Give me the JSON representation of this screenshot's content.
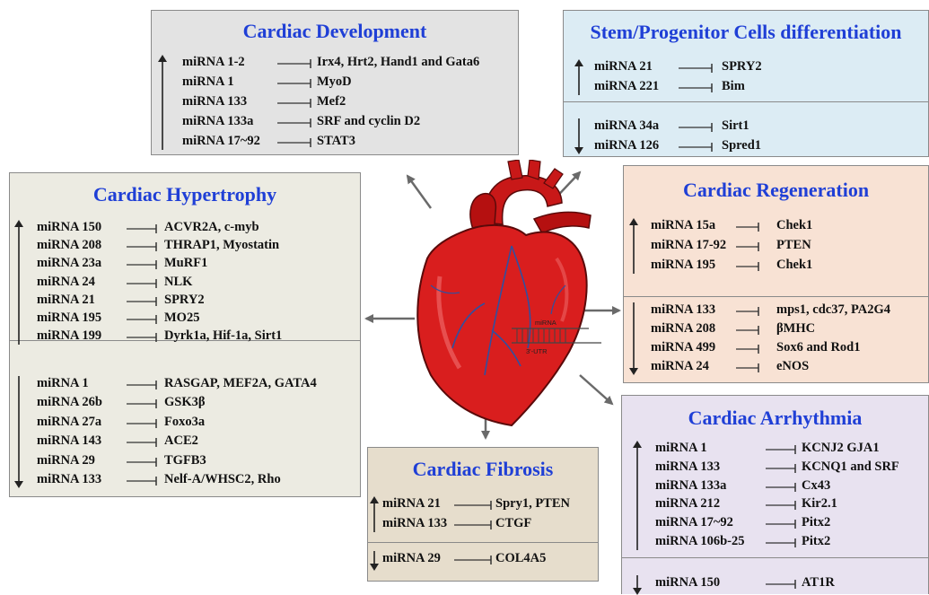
{
  "colors": {
    "title": "#1f3fd6",
    "development_bg": "#e3e3e3",
    "stem_bg": "#dcecf4",
    "hypertrophy_bg": "#ecebe2",
    "regeneration_bg": "#f8e2d4",
    "fibrosis_bg": "#e6ddcc",
    "arrhythmia_bg": "#e8e2f0",
    "heart": "#d91e1e"
  },
  "heart_labels": {
    "mirna": "miRNA",
    "utr": "3'-UTR"
  },
  "development": {
    "title": "Cardiac Development",
    "up": [
      {
        "mirna": "miRNA 1-2",
        "target": "Irx4, Hrt2, Hand1 and Gata6"
      },
      {
        "mirna": "miRNA 1",
        "target": "MyoD"
      },
      {
        "mirna": "miRNA 133",
        "target": "Mef2"
      },
      {
        "mirna": "miRNA 133a",
        "target": "SRF and cyclin D2"
      },
      {
        "mirna": "miRNA 17~92",
        "target": "STAT3"
      }
    ]
  },
  "stem": {
    "title": "Stem/Progenitor Cells differentiation",
    "up": [
      {
        "mirna": "miRNA 21",
        "target": "SPRY2"
      },
      {
        "mirna": "miRNA 221",
        "target": "Bim"
      }
    ],
    "down": [
      {
        "mirna": "miRNA 34a",
        "target": "Sirt1"
      },
      {
        "mirna": "miRNA 126",
        "target": "Spred1"
      }
    ]
  },
  "hypertrophy": {
    "title": "Cardiac Hypertrophy",
    "up": [
      {
        "mirna": "miRNA 150",
        "target": "ACVR2A,  c-myb"
      },
      {
        "mirna": "miRNA 208",
        "target": "THRAP1, Myostatin"
      },
      {
        "mirna": "miRNA 23a",
        "target": "MuRF1"
      },
      {
        "mirna": "miRNA 24",
        "target": "NLK"
      },
      {
        "mirna": "miRNA 21",
        "target": "SPRY2"
      },
      {
        "mirna": "miRNA 195",
        "target": "MO25"
      },
      {
        "mirna": "miRNA 199",
        "target": "Dyrk1a, Hif-1a, Sirt1"
      }
    ],
    "down": [
      {
        "mirna": "miRNA  1",
        "target": "RASGAP, MEF2A, GATA4"
      },
      {
        "mirna": "miRNA  26b",
        "target": "GSK3β"
      },
      {
        "mirna": "miRNA  27a",
        "target": "Foxo3a"
      },
      {
        "mirna": "miRNA  143",
        "target": "ACE2"
      },
      {
        "mirna": "miRNA  29",
        "target": "TGFB3"
      },
      {
        "mirna": "miRNA  133",
        "target": "Nelf-A/WHSC2, Rho"
      }
    ]
  },
  "regeneration": {
    "title": "Cardiac Regeneration",
    "up": [
      {
        "mirna": "miRNA 15a",
        "target": "Chek1"
      },
      {
        "mirna": "miRNA 17-92",
        "target": "PTEN"
      },
      {
        "mirna": "miRNA 195",
        "target": "Chek1"
      }
    ],
    "down": [
      {
        "mirna": "miRNA 133",
        "target": "mps1, cdc37, PA2G4"
      },
      {
        "mirna": "miRNA 208",
        "target": "βMHC"
      },
      {
        "mirna": "miRNA 499",
        "target": "Sox6 and Rod1"
      },
      {
        "mirna": "miRNA 24",
        "target": "eNOS"
      }
    ]
  },
  "fibrosis": {
    "title": "Cardiac Fibrosis",
    "up": [
      {
        "mirna": "miRNA 21",
        "target": "Spry1, PTEN"
      },
      {
        "mirna": "miRNA 133",
        "target": "CTGF"
      }
    ],
    "down": [
      {
        "mirna": "miRNA 29",
        "target": "COL4A5"
      }
    ]
  },
  "arrhythmia": {
    "title": "Cardiac Arrhythmia",
    "up": [
      {
        "mirna": "miRNA 1",
        "target": "KCNJ2  GJA1"
      },
      {
        "mirna": "miRNA 133",
        "target": "KCNQ1 and  SRF"
      },
      {
        "mirna": "miRNA 133a",
        "target": "Cx43"
      },
      {
        "mirna": "miRNA 212",
        "target": "Kir2.1"
      },
      {
        "mirna": "miRNA 17~92",
        "target": "Pitx2"
      },
      {
        "mirna": "miRNA 106b-25",
        "target": "Pitx2"
      }
    ],
    "down": [
      {
        "mirna": "miRNA  150",
        "target": "AT1R"
      }
    ]
  }
}
